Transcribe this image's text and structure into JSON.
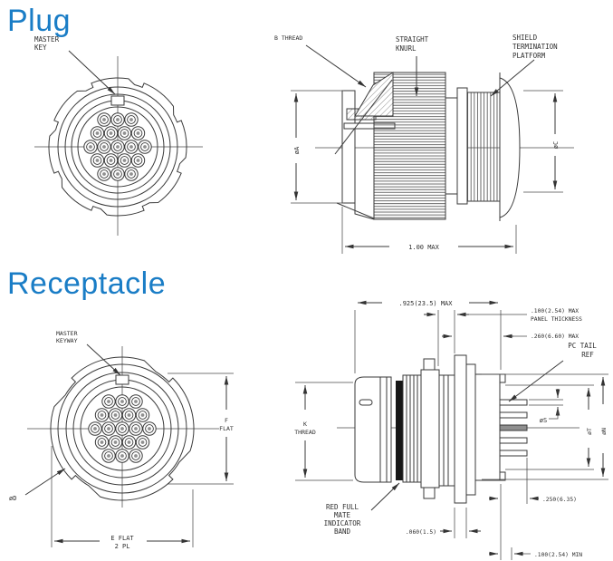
{
  "colors": {
    "accent_blue": "#1a7dc6",
    "line": "#3a3a3a",
    "indicator_band": "#161616",
    "pin_center": "#8f8f8f"
  },
  "plug": {
    "heading": "Plug",
    "labels": {
      "master_key": [
        "MASTER",
        "KEY"
      ],
      "b_thread": "B THREAD",
      "straight_knurl": [
        "STRAIGHT",
        "KNURL"
      ],
      "shield_platform": [
        "SHIELD",
        "TERMINATION",
        "PLATFORM"
      ]
    },
    "dims": {
      "dia_a": "øA",
      "dia_c": "øC",
      "length": "1.00 MAX"
    },
    "pin_count": 19
  },
  "receptacle": {
    "heading": "Receptacle",
    "labels": {
      "master_keyway": [
        "MASTER",
        "KEYWAY"
      ],
      "pc_tail_ref": [
        "PC TAIL",
        "REF"
      ],
      "red_band": [
        "RED FULL",
        "MATE",
        "INDICATOR",
        "BAND"
      ]
    },
    "dims": {
      "overall": ".925(23.5) MAX",
      "panel": [
        ".100(2.54) MAX",
        "PANEL THICKNESS"
      ],
      "front": ".260(6.60) MAX",
      "k_thread": [
        "K",
        "THREAD"
      ],
      "f_flat": [
        "F",
        "FLAT"
      ],
      "e_flat": [
        "E FLAT",
        "2 PL"
      ],
      "dia_d": "øD",
      "dia_s": "øS",
      "dia_t": "øT",
      "dia_n": "øN",
      "flange": ".060(1.5)",
      "tail_len": ".250(6.35)",
      "tail_min": ".100(2.54) MIN"
    },
    "socket_count": 19
  }
}
